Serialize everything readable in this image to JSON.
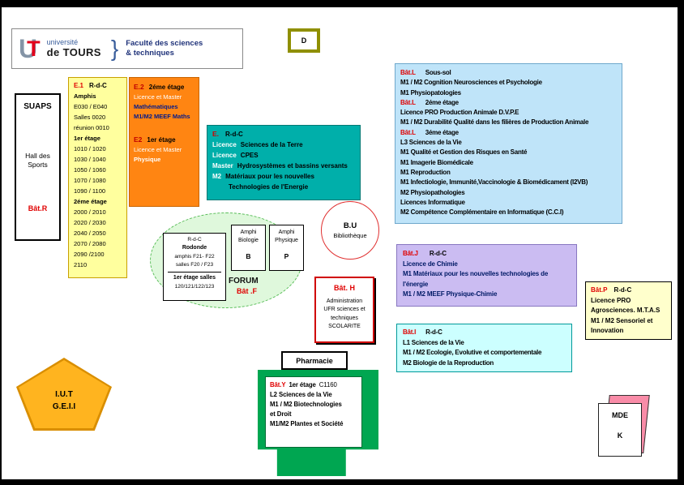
{
  "logo": {
    "mark_u": "U",
    "mark_t": "T",
    "name_line1": "université",
    "name_line2": "de TOURS",
    "brace": "}",
    "faculty_line1": "Faculté des sciences",
    "faculty_line2": "& techniques"
  },
  "d_box": {
    "label": "D"
  },
  "suaps": {
    "title": "SUAPS",
    "hall_line1": "Hall des",
    "hall_line2": "Sports",
    "batiment": "Bât.R"
  },
  "e1": {
    "code": "E.1",
    "floor": "R-d-C",
    "lines": [
      "Amphis",
      "E030 /  E040",
      "Salles 0020",
      "réunion 0010",
      "1er étage",
      "1010 / 1020",
      "1030 / 1040",
      "1050 / 1060",
      "1070 / 1080",
      "1090 / 1100",
      "2éme étage",
      "2000 / 2010",
      "2020 / 2030",
      "2040 / 2050",
      "2070 / 2080",
      "2090 /2100",
      "2110"
    ]
  },
  "e2": {
    "code_top": "E.2",
    "floor_top": "2éme étage",
    "top_lines": [
      "Licence et Master",
      "Mathématiques",
      "M1/M2 MEEF Maths"
    ],
    "code_bottom": "E2",
    "floor_bottom": "1er étage",
    "bottom_lines": [
      "Licence et Master",
      "Physique"
    ]
  },
  "e_building": {
    "code": "E.",
    "floor": "R-d-C",
    "rows": [
      {
        "key": "Licence",
        "rest": "Sciences de la Terre"
      },
      {
        "key": "Licence",
        "rest": "CPES"
      },
      {
        "key": "Master",
        "rest": "Hydrosystèmes et bassins versants"
      },
      {
        "key": "M2",
        "rest": "Matériaux pour les nouvelles"
      },
      {
        "key": "",
        "rest": "Technologies de l'Energie"
      }
    ]
  },
  "batl": {
    "sections": [
      {
        "code": "Bât.L",
        "floor": "Sous-sol",
        "lines": [
          "M1 / M2 Cognition Neurosciences et Psychologie",
          "M1 Physiopatologies"
        ]
      },
      {
        "code": "Bât.L",
        "floor": "2éme étage",
        "lines": [
          "Licence PRO Production Animale D.V.P.E",
          "M1 / M2  Durabilité Qualité dans les filières de Production Animale"
        ]
      },
      {
        "code": "Bât.L",
        "floor": "3éme étage",
        "lines": [
          "L3 Sciences de la Vie",
          "M1 Qualité et Gestion des Risques en Santé",
          "M1 Imagerie Biomédicale",
          "M1 Reproduction",
          "M1 Infectiologie, Immunité,Vaccinologie & Biomédicament (I2VB)",
          "M2 Physiopathologies",
          "Licences Informatique",
          "M2 Compétence Complémentaire en Informatique  (C.C.I)"
        ]
      }
    ]
  },
  "forum": {
    "card_lines": [
      "R-d-C",
      "Rodonde",
      "amphis F21- F22",
      "salles F20  / F23",
      "1er étage salles",
      "120/121/122/123"
    ],
    "label": "FORUM",
    "batiment": "Bât .F"
  },
  "amphi_bio": {
    "line1": "Amphi",
    "line2": "Biologie",
    "letter": "B"
  },
  "amphi_phy": {
    "line1": "Amphi",
    "line2": "Physique",
    "letter": "P"
  },
  "bu": {
    "title": "B.U",
    "subtitle": "Bibliothèque"
  },
  "bath": {
    "code": "Bât. H",
    "lines": [
      "Administration",
      "UFR sciences et",
      "techniques",
      "SCOLARITE"
    ]
  },
  "batj": {
    "code": "Bât.J",
    "floor": "R-d-C",
    "lines": [
      "Licence de Chimie",
      "M1  Matériaux pour les nouvelles technologies de",
      "l'énergie",
      "M1 / M2 MEEF Physique-Chimie"
    ]
  },
  "batp": {
    "code": "Bât.P",
    "floor": "R-d-C",
    "lines": [
      "Licence PRO",
      "Agrosciences. M.T.A.S",
      "M1 / M2 Sensoriel et",
      "Innovation"
    ]
  },
  "bati": {
    "code": "Bât.I",
    "floor": "R-d-C",
    "lines": [
      "L1 Sciences de la Vie",
      "M1 / M2 Ecologie, Evolutive et comportementale",
      "M2 Biologie de la Reproduction"
    ]
  },
  "pharmacie": {
    "label": "Pharmacie"
  },
  "baty": {
    "code": "Bât.Y",
    "floor": "1er étage",
    "room": "C1160",
    "lines": [
      "L2 Sciences de la Vie",
      "M1 / M2 Biotechnologies",
      "et Droit",
      "M1/M2 Plantes et Société"
    ]
  },
  "iut": {
    "line1": "I.U.T",
    "line2": "G.E.I.I"
  },
  "mde": {
    "line1": "MDE",
    "line2": "K"
  },
  "colors": {
    "code_red": "#E00000",
    "e1_fill": "#FFFF9E",
    "e2_fill": "#FF8512",
    "e_fill": "#00AFAA",
    "batl_fill": "#BFE4F9",
    "batj_fill": "#CBBCF2",
    "batp_fill": "#FFFFCC",
    "bati_fill": "#CCFFFF",
    "baty_fill": "#00A651",
    "forum_fill": "#DFF8DC",
    "iut_fill": "#FFB41F",
    "mde_accent": "#F98CA8"
  }
}
